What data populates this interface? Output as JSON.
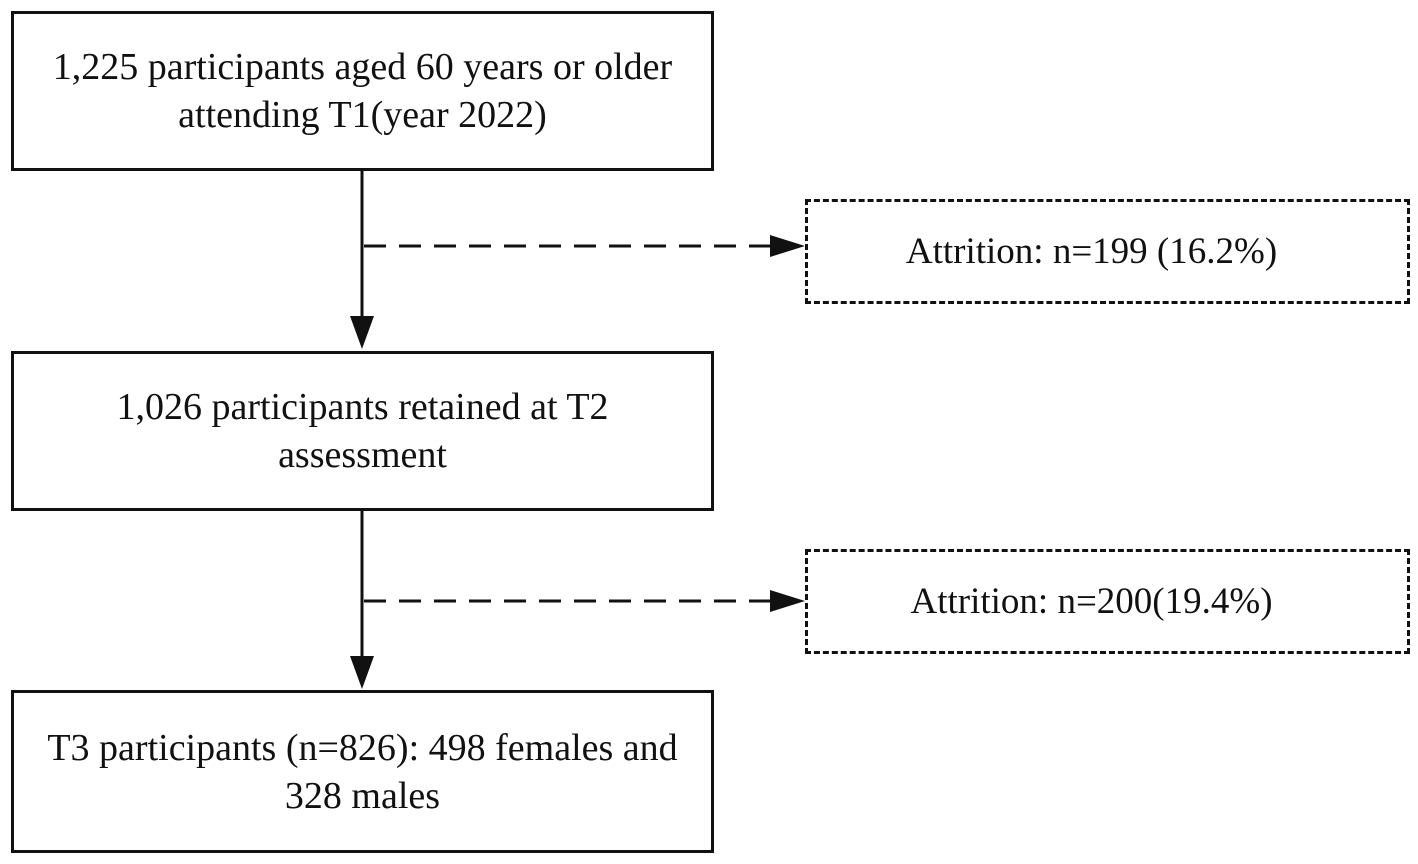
{
  "flowchart": {
    "box_t1": {
      "line1": "1,225 participants aged 60 years or older",
      "line2": "attending T1(year 2022)"
    },
    "box_t2": {
      "line1": "1,026 participants retained at T2",
      "line2": "assessment"
    },
    "box_t3": {
      "line1": "T3 participants (n=826): 498 females and",
      "line2": "328 males"
    },
    "attrition_1": "Attrition: n=199 (16.2%)",
    "attrition_2": "Attrition: n=200(19.4%)"
  }
}
